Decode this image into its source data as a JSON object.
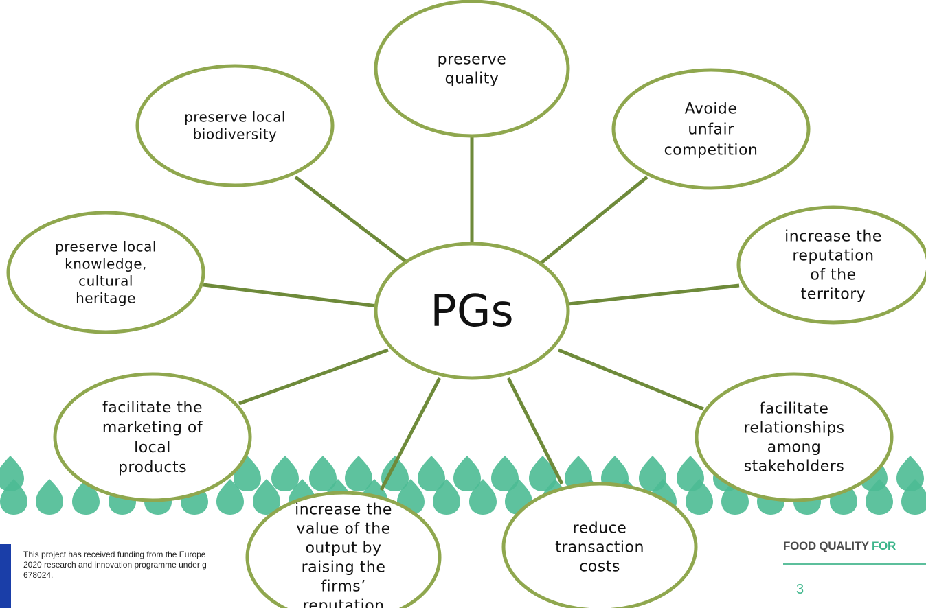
{
  "diagram": {
    "center": "PGs",
    "nodes": [
      {
        "id": "preserve-quality",
        "lines": [
          "preserve",
          "quality"
        ]
      },
      {
        "id": "avoid-unfair-competition",
        "lines": [
          "Avoide",
          "unfair",
          "competition"
        ]
      },
      {
        "id": "increase-reputation-territory",
        "lines": [
          "increase the",
          "reputation",
          "of the",
          "territory"
        ]
      },
      {
        "id": "facilitate-relationships",
        "lines": [
          "facilitate",
          "relationships",
          "among",
          "stakeholders"
        ]
      },
      {
        "id": "reduce-transaction-costs",
        "lines": [
          "reduce",
          "transaction",
          "costs"
        ]
      },
      {
        "id": "increase-value-output",
        "lines": [
          "increase the",
          "value of the",
          "output by",
          "raising the",
          "firms’",
          "reputation"
        ]
      },
      {
        "id": "facilitate-marketing",
        "lines": [
          "facilitate the",
          "marketing of",
          "local",
          "products"
        ]
      },
      {
        "id": "preserve-local-knowledge",
        "lines": [
          "preserve local",
          "knowledge,",
          "cultural",
          "heritage"
        ]
      },
      {
        "id": "preserve-local-biodiversity",
        "lines": [
          "preserve local",
          "biodiversity"
        ]
      }
    ],
    "colors": {
      "border": "#8fa74e",
      "connector": "#6e8a3a",
      "leaf": "#4dbb94",
      "text": "#111111"
    }
  },
  "footer": {
    "funding_lines": [
      "This project has received funding from the Europe",
      "2020 research and innovation programme under g",
      "678024."
    ],
    "brand_main": "FOOD QUALITY ",
    "brand_accent": "FOR",
    "page_number": "3"
  }
}
